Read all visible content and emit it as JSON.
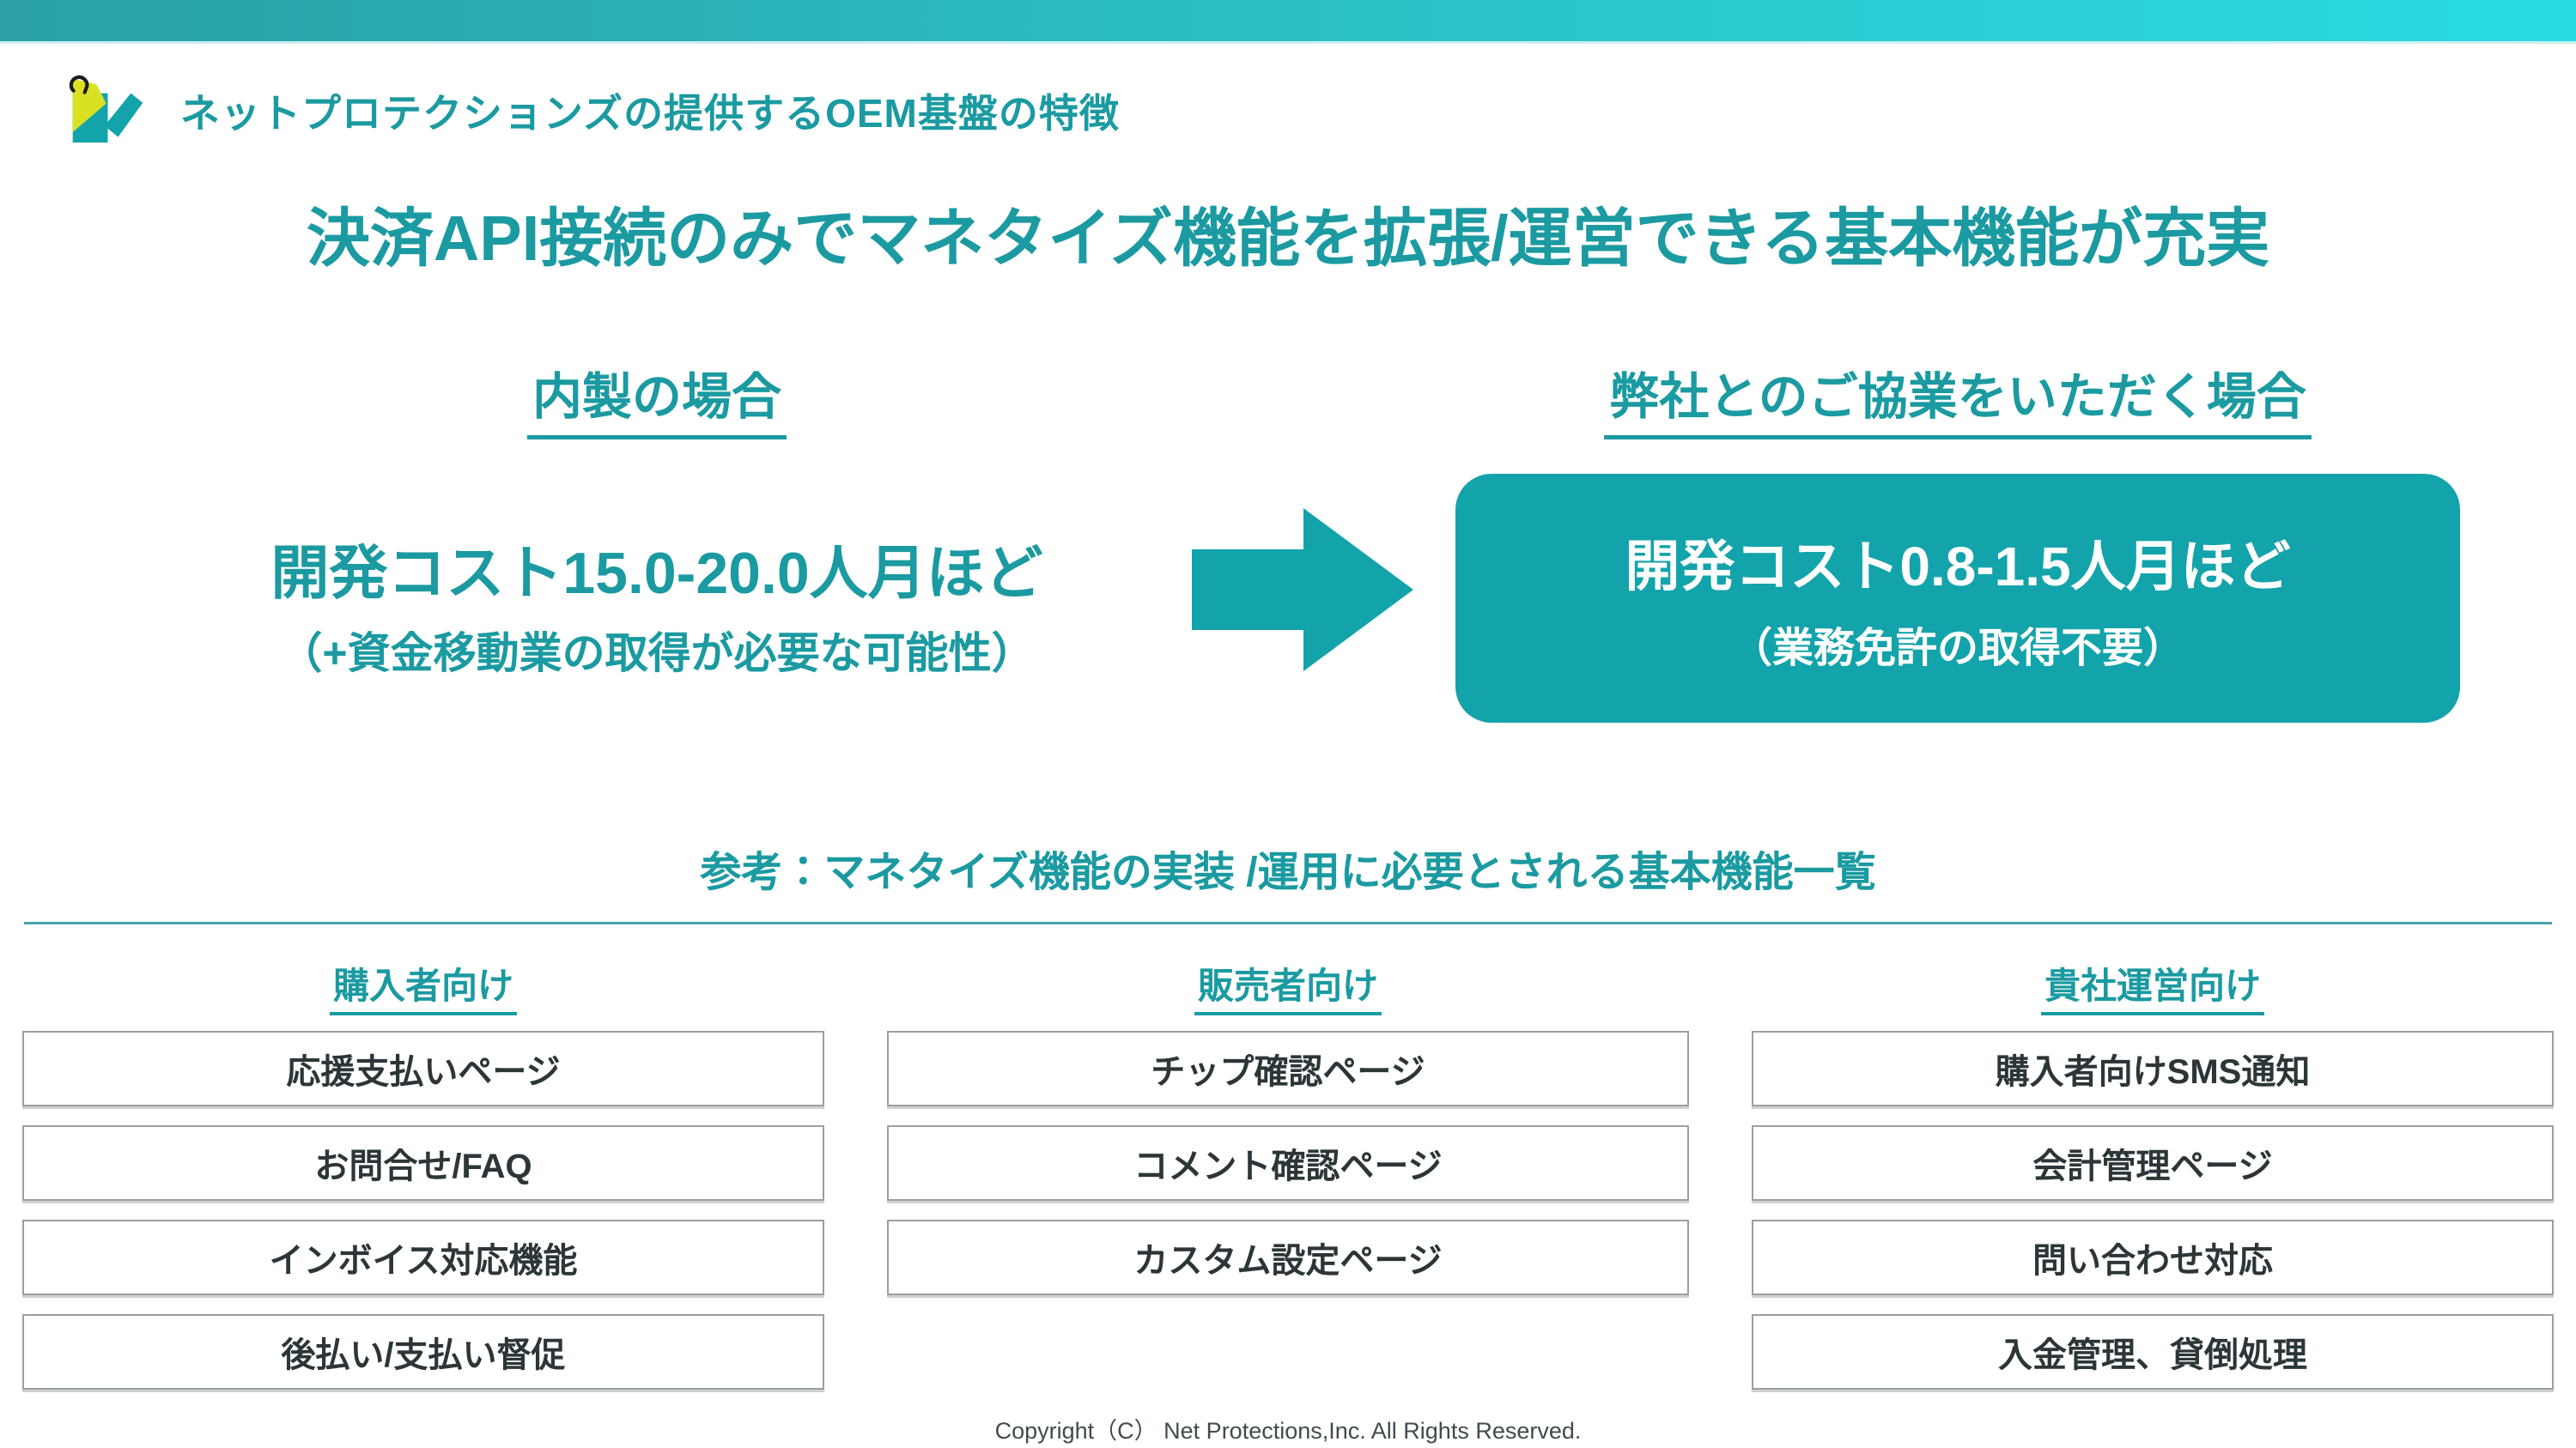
{
  "header": {
    "title": "ネットプロテクションズの提供するOEM基盤の特徴"
  },
  "main_title": "決済API接続のみでマネタイズ機能を拡張/運営できる基本機能が充実",
  "comparison": {
    "left": {
      "heading": "内製の場合",
      "cost": "開発コスト15.0-20.0人月ほど",
      "note": "（+資金移動業の取得が必要な可能性）"
    },
    "right": {
      "heading": "弊社とのご協業をいただく場合",
      "cost": "開発コスト0.8-1.5人月ほど",
      "note": "（業務免許の取得不要）"
    }
  },
  "reference": {
    "title": "参考：マネタイズ機能の実装 /運用に必要とされる基本機能一覧",
    "columns": [
      {
        "heading": "購入者向け",
        "items": [
          "応援支払いページ",
          "お問合せ/FAQ",
          "インボイス対応機能",
          "後払い/支払い督促"
        ]
      },
      {
        "heading": "販売者向け",
        "items": [
          "チップ確認ページ",
          "コメント確認ページ",
          "カスタム設定ページ"
        ]
      },
      {
        "heading": "貴社運営向け",
        "items": [
          "購入者向けSMS通知",
          "会計管理ページ",
          "問い合わせ対応",
          "入金管理、貸倒処理"
        ]
      }
    ]
  },
  "footer": {
    "copyright": "Copyright（C） Net Protections,Inc. All Rights Reserved."
  },
  "icons": {
    "logo": "price-tags-logo",
    "arrow": "arrow-right"
  },
  "colors": {
    "teal_text": "#1b9aa1",
    "teal_fill": "#13a3aa",
    "bar_gradient_start": "#2aa0a4",
    "bar_gradient_end": "#29dce2",
    "logo_yellow": "#d9e122",
    "item_text": "#2c3638",
    "divider": "#4aa3a8"
  }
}
